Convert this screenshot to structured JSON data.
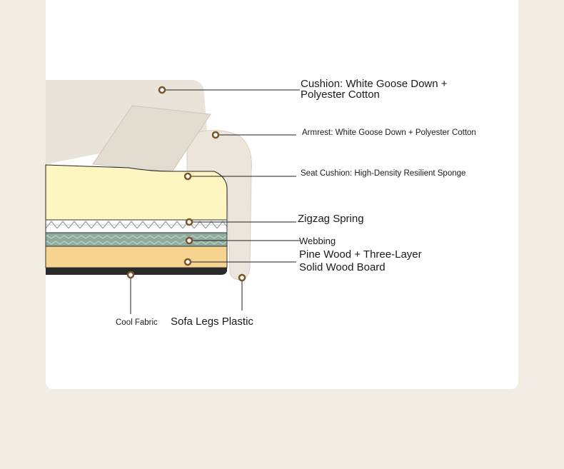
{
  "labels": {
    "cushion_line1": "Cushion: White Goose Down +",
    "cushion_line2": "Polyester Cotton",
    "armrest": "Armrest: White Goose Down + Polyester Cotton",
    "seat_cushion": "Seat Cushion: High-Density Resilient Sponge",
    "zigzag": "Zigzag Spring",
    "webbing": "Webbing",
    "pine_line1": "Pine Wood + Three-Layer",
    "pine_line2": "Solid Wood Board",
    "cool_fabric": "Cool Fabric",
    "legs": "Sofa Legs Plastic"
  },
  "colors": {
    "background": "#f1ede4",
    "card": "#ffffff",
    "foam": "#fdf6c0",
    "webbing": "#8fab9c",
    "wood": "#f6d38f",
    "marker": "#7a5327"
  }
}
